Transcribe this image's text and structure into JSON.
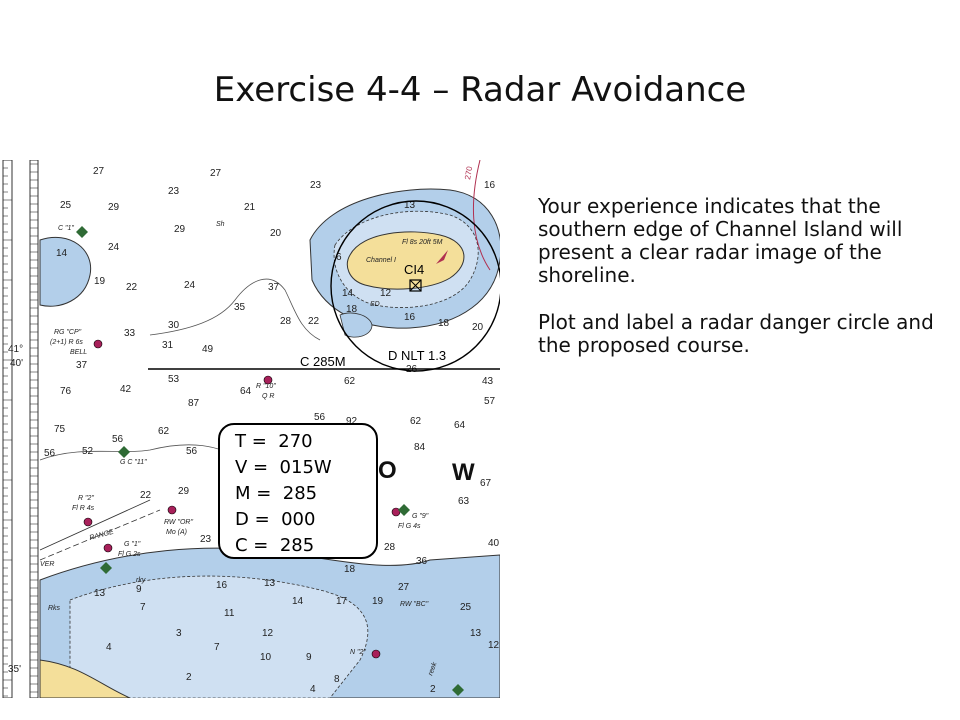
{
  "slide": {
    "title": "Exercise 4-4 – Radar Avoidance"
  },
  "instructions": [
    "Your experience indicates that the southern edge of Channel Island will present a clear radar image of the shoreline.",
    "Plot and label a radar danger circle and the proposed course."
  ],
  "computation": {
    "rows": [
      "T =  270",
      "V =  015W",
      "M =  285",
      "D =  000",
      "C =  285"
    ]
  },
  "plot_labels": {
    "course": "C 285M",
    "danger": "D NLT 1.3",
    "center": "CI4"
  },
  "chart_labels": {
    "island_light": "Fl 8s 20ft 5M",
    "island_name": "Channel I",
    "lat_41": "41°",
    "lat_40": "40'",
    "lat_35": "35'",
    "buoy_rg_cp": "RG \"CP\"",
    "buoy_rg_cp_light": "(2+1) R 6s",
    "bell": "BELL",
    "buoy_r10": "R \"10\"",
    "buoy_r10_light": "Q R",
    "buoy_c1": "C \"1\"",
    "buoy_gc11": "G C \"11\"",
    "buoy_r2": "R \"2\"",
    "buoy_r2_light": "Fl R 4s",
    "buoy_g1": "G \"1\"",
    "buoy_g1_light": "Fl G 2s",
    "buoy_rw_or": "RW \"OR\"",
    "buoy_rw_or_light": "Mo (A)",
    "buoy_g9": "G \"9\"",
    "buoy_g9_light": "Fl G 4s",
    "buoy_rw_bc": "RW \"BC\"",
    "buoy_rn2": "N \"2\"",
    "range": "RANGE",
    "river": "VER",
    "rks": "Rks",
    "rky": "rky",
    "sh": "Sh",
    "sd": "SD",
    "creek": "reek",
    "letters_o": "O",
    "letters_w": "W",
    "compass_270": "270"
  },
  "colors": {
    "shallow_blue": "#b3cfea",
    "deep_blue": "#cfe0f2",
    "land": "#f4df9a",
    "buoy_red": "#a8205a",
    "buoy_green": "#2f6b35"
  }
}
